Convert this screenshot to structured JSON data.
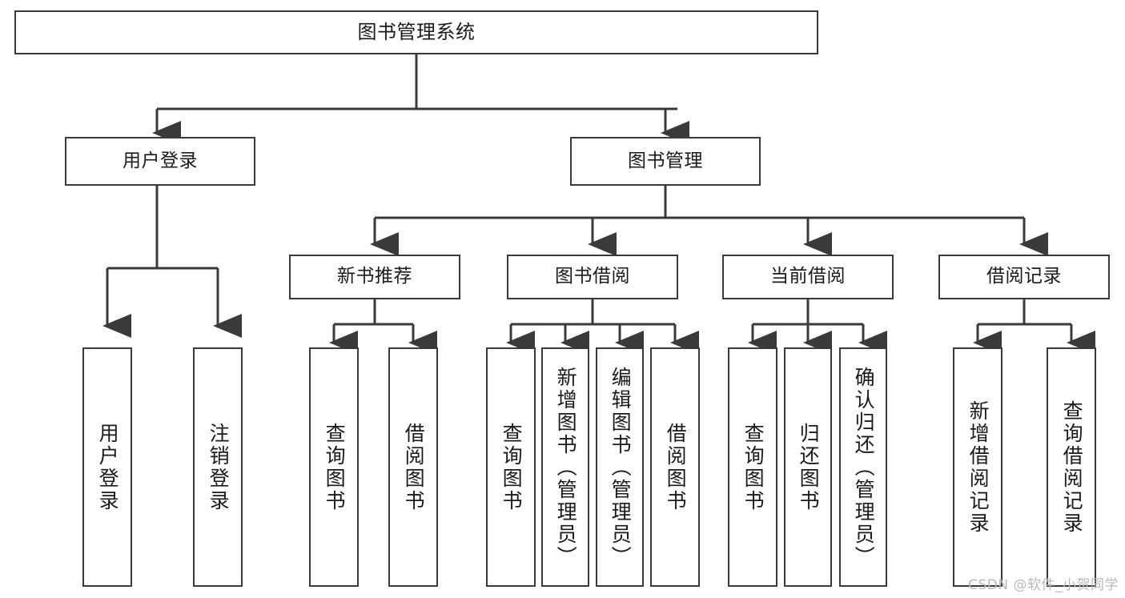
{
  "diagram": {
    "title": "图书管理系统",
    "type": "tree",
    "colors": {
      "box_border": "#3a3a3a",
      "box_fill": "#ffffff",
      "edge": "#3a3a3a",
      "text": "#1a1a1a",
      "watermark": "#b9b9b9",
      "background": "#ffffff"
    },
    "root": {
      "label": "图书管理系统"
    },
    "level1": [
      {
        "label": "用户登录"
      },
      {
        "label": "图书管理"
      }
    ],
    "level2": [
      {
        "label": "新书推荐"
      },
      {
        "label": "图书借阅"
      },
      {
        "label": "当前借阅"
      },
      {
        "label": "借阅记录"
      }
    ],
    "leaves": {
      "user_login": [
        {
          "label": "用户登录"
        },
        {
          "label": "注销登录"
        }
      ],
      "new_book_recommend": [
        {
          "label": "查询图书"
        },
        {
          "label": "借阅图书"
        }
      ],
      "book_borrow": [
        {
          "label": "查询图书"
        },
        {
          "label": "新增图书（管理员）"
        },
        {
          "label": "编辑图书（管理员）"
        },
        {
          "label": "借阅图书"
        }
      ],
      "current_borrow": [
        {
          "label": "查询图书"
        },
        {
          "label": "归还图书"
        },
        {
          "label": "确认归还（管理员）"
        }
      ],
      "borrow_record": [
        {
          "label": "新增借阅记录"
        },
        {
          "label": "查询借阅记录"
        }
      ]
    }
  },
  "watermark": {
    "text": "CSDN @软件_小贺同学"
  }
}
